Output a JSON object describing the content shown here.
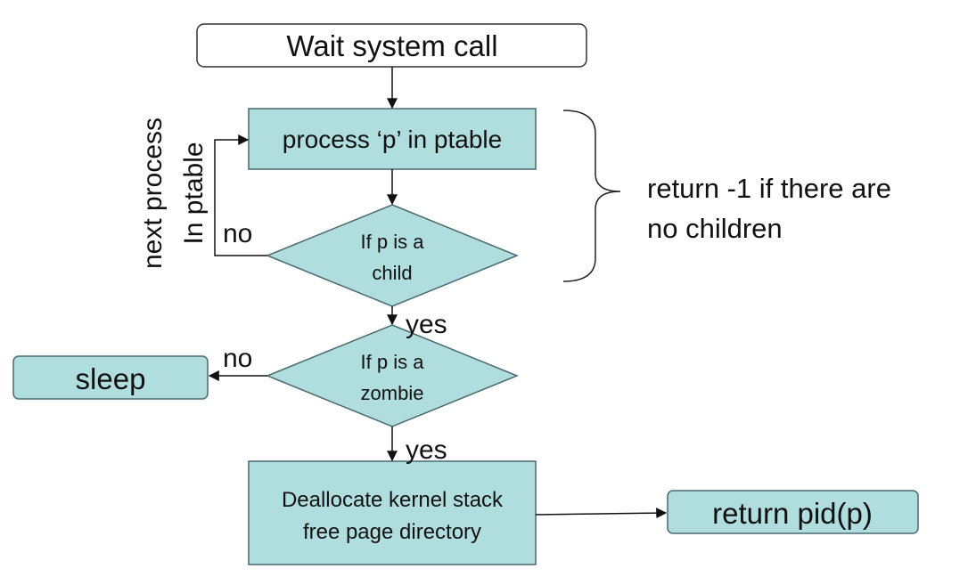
{
  "diagram": {
    "nodes": {
      "start": "Wait system call",
      "process": "process ‘p’ in ptable",
      "child_check": [
        "If p is a",
        "child"
      ],
      "zombie_check": [
        "If p is a",
        "zombie"
      ],
      "sleep": "sleep",
      "dealloc": [
        "Deallocate kernel stack",
        "free page directory"
      ],
      "return_pid": "return pid(p)"
    },
    "edge_labels": {
      "child_no": "no",
      "child_yes": "yes",
      "zombie_no": "no",
      "zombie_yes": "yes"
    },
    "side_labels": {
      "loop": [
        "next process",
        "In ptable"
      ],
      "brace_note": [
        "return -1 if there are",
        "no children"
      ]
    }
  },
  "colors": {
    "box_fill": "#b0dedf",
    "box_stroke": "#4a6a70",
    "start_fill": "#ffffff",
    "line": "#111111"
  }
}
